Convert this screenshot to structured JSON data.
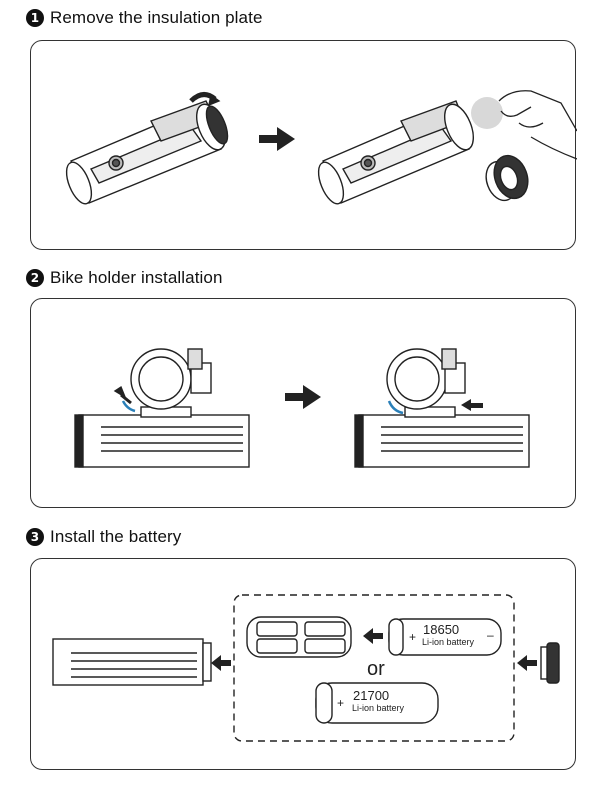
{
  "steps": [
    {
      "number": "1",
      "title": "Remove the insulation plate"
    },
    {
      "number": "2",
      "title": "Bike holder installation"
    },
    {
      "number": "3",
      "title": "Install the battery"
    }
  ],
  "battery": {
    "option_a": {
      "plus": "+",
      "model": "18650",
      "type": "Li-ion battery",
      "minus": "–"
    },
    "separator": "or",
    "option_b": {
      "plus": "+",
      "model": "21700",
      "type": "Li-ion battery"
    }
  }
}
